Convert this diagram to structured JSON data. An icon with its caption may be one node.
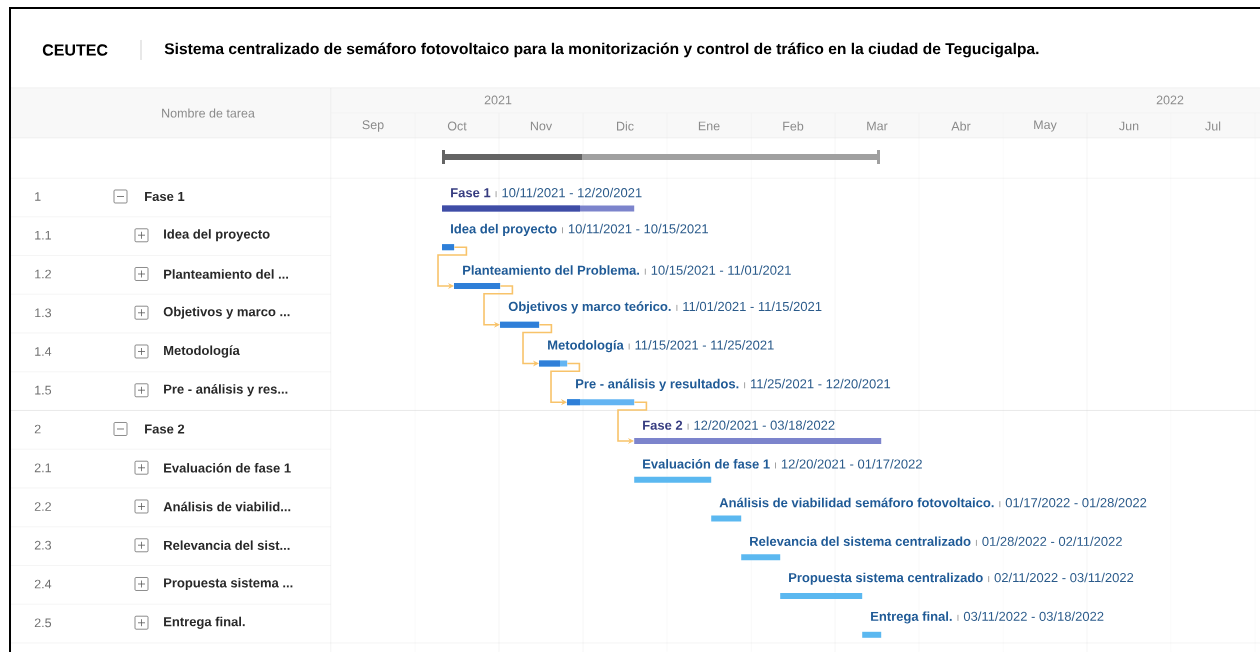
{
  "diagram": {
    "title": "Sistema centralizado de semáforo fotovoltaico para la monitorización y control de tráfico en la ciudad de Tegucigalpa.",
    "nodes": [
      {
        "text": [
          "Fase 1",
          "10/11/2021 - 12/20/2021"
        ]
      },
      {
        "text": [
          "Idea del proyecto",
          "10/11/2021 - 10/15/2021"
        ]
      },
      {
        "text": [
          "Planteamiento del Problema.",
          "10/15/2021 - 11/01/2021"
        ]
      },
      {
        "text": [
          "Objetivos y marco teórico.",
          "11/01/2021 - 11/15/2021"
        ]
      },
      {
        "text": [
          "Metodología",
          "11/15/2021 - 11/25/2021"
        ]
      },
      {
        "text": [
          "Pre - análisis y resultados.",
          "11/25/2021 - 12/20/2021"
        ]
      },
      {
        "text": [
          "Fase 2",
          "12/20/2021 - 03/18/2022"
        ]
      },
      {
        "text": [
          "Evaluación de fase 1",
          "12/20/2021 - 01/17/2022"
        ]
      },
      {
        "text": [
          "Análisis de viabilidad semáforo fotovoltaico.",
          "01/17/2022 - 01/28/2022"
        ]
      },
      {
        "text": [
          "Relevancia del sistema centralizado",
          "01/28/2022 - 02/11/2022"
        ]
      },
      {
        "text": [
          "Propuesta sistema centralizado",
          "02/11/2022 - 03/11/2022"
        ]
      },
      {
        "text": [
          "Entrega final.",
          "03/11/2022 - 03/18/2022"
        ]
      }
    ],
    "edges": [
      {
        "from": 1,
        "to": 2,
        "arrow": "to"
      },
      {
        "from": 2,
        "to": 3,
        "arrow": "to"
      },
      {
        "from": 3,
        "to": 4,
        "arrow": "to"
      },
      {
        "from": 4,
        "to": 5,
        "arrow": "to"
      },
      {
        "from": 5,
        "to": 6,
        "arrow": "to"
      }
    ],
    "labels": [
      "CEUTEC",
      "Nombre de tarea",
      "2021",
      "2022",
      "Sep",
      "Oct",
      "Nov",
      "Dic",
      "Ene",
      "Feb",
      "Mar",
      "Abr",
      "May",
      "Jun",
      "Jul",
      "1",
      "Fase 1",
      "1.1",
      "Idea del proyecto",
      "1.2",
      "Planteamiento del ...",
      "1.3",
      "Objetivos y marco ...",
      "1.4",
      "Metodología",
      "1.5",
      "Pre - análisis y res...",
      "2",
      "Fase 2",
      "2.1",
      "Evaluación de fase 1",
      "2.2",
      "Análisis de viabilid...",
      "2.3",
      "Relevancia del sist...",
      "2.4",
      "Propuesta sistema ...",
      "2.5",
      "Entrega final."
    ]
  }
}
